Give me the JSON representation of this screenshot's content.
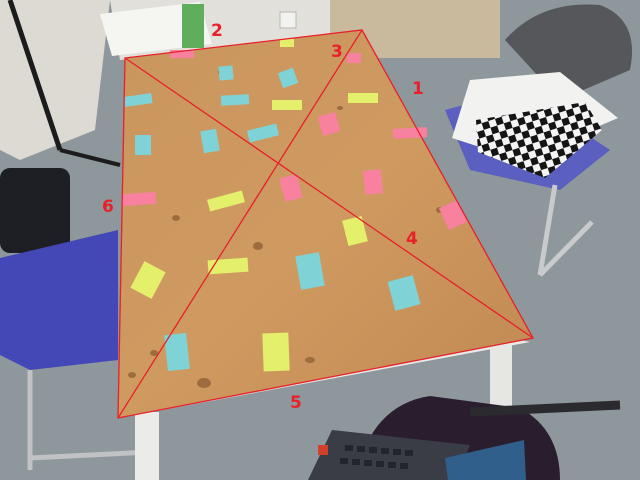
{
  "annotation_color": "#e8202a",
  "table_color": "#c8925a",
  "note_colors": {
    "cyan": "#7fd3d6",
    "yellow": "#e4ef6b",
    "pink": "#f7819f"
  },
  "labels": {
    "l1": "1",
    "l2": "2",
    "l3": "3",
    "l4": "4",
    "l5": "5",
    "l6": "6"
  }
}
